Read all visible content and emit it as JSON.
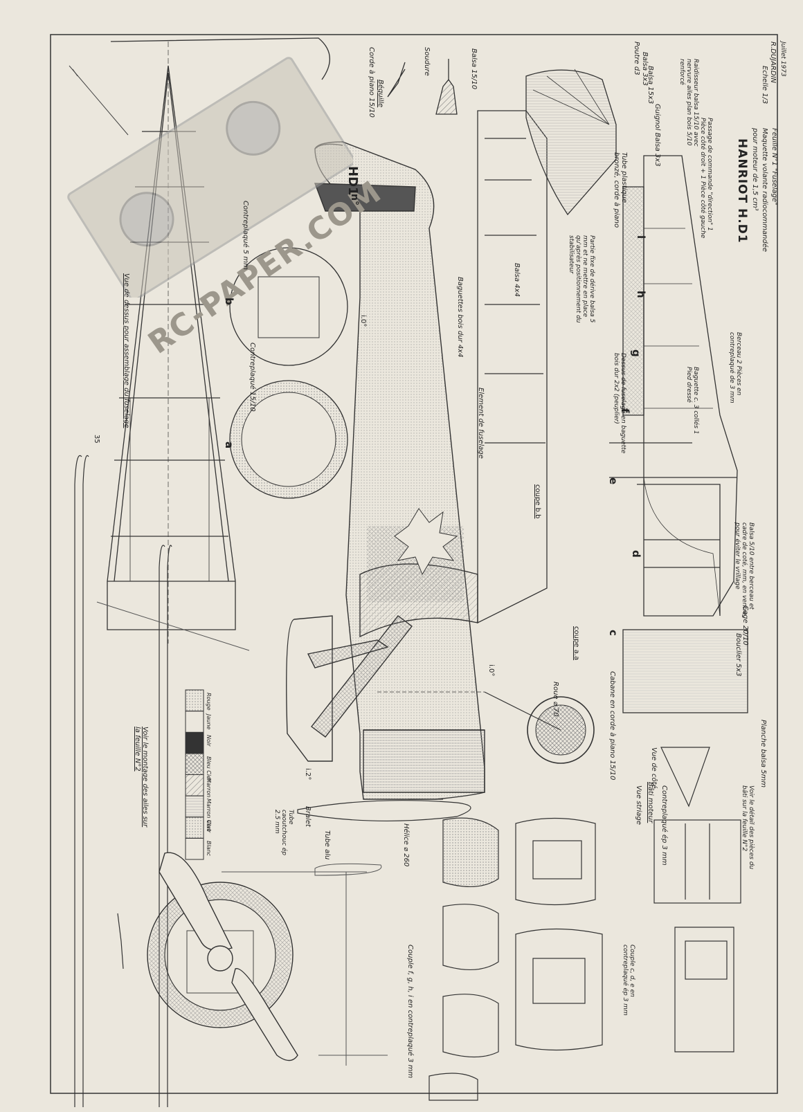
{
  "watermark": {
    "text": "RC-PAPER.COM"
  },
  "title_block": {
    "title": "HANRIOT H.D1",
    "subtitle": "Maquette volante radiocommandée",
    "scale": "Echelle 1/3",
    "motor": "pour moteur de 1,5 cm³",
    "sheet": "Feuille N°1 \"Fuselage\"",
    "author": "R.DUJARDIN",
    "date": "Juillet 1973"
  },
  "labels": {
    "bequille": "Béquille",
    "bequille_corde": "Corde à piano 15/10",
    "soudure": "Soudure",
    "balsa_15_10": "Balsa 15/10",
    "poutre_d3": "Poutre d3",
    "balsa_3x3": "Balsa 3x3",
    "balsa_15x3": "Balsa 15x3",
    "guignol": "Guignol Balsa 3x3",
    "tube_plastique": "Tube plastique bronzé, corde à piano",
    "raidisseur": "Raidisseur balsa 15/10 avec nervure ailes plan bois 5/10 renforcé",
    "passage": "Passage de commande \"direction\" 1 Pièce côté droit + 1 Pièce côté gauche",
    "partie_fixe": "Partie fixe de dérive balsa 5 mm et ne mettre en place qu'après positionnement du stabilisateur",
    "baguettes": "Baguettes bois dur 4x4",
    "balsa_4x4": "Balsa 4x4",
    "element": "Element de fuselage",
    "dessus": "Dessus de fuselage en baguette bois dur 2x2 (peuplier)",
    "baguette_1": "Baguette c. 3 collés 1 Pied dressé",
    "berceau": "Berceau 2 Pièces en contreplaqué de 3 mm",
    "balsa_cloison": "Balsa 5/10 entre berceau et cadre de coté, mm, en ventre, pour éviter le vrillage",
    "bouclier": "Bouclier 5x3",
    "cage": "Cage 20/10",
    "cabane": "Cabane en corde à piano 15/10",
    "roue": "Roue ⌀ 70",
    "coupe_aa": "coupe a.a",
    "coupe_bb": "coupe b.b",
    "helice": "Hélice ⌀ 260",
    "planche": "Planche balsa 5mm",
    "voir_detail": "Voir le détail des pièces du bâti sur la feuille N°2",
    "bati": "Bâti moteur",
    "vue_striage": "Vue striage",
    "vue_cote": "Vue de côté",
    "contreplaque_3": "Contreplaqué ép 3 mm",
    "couple_cde": "Couple c, d, e en contreplaqué ép 3 mm",
    "couple_fghi": "Couple f, g, h, i en contreplaqué 3 mm",
    "tube_caoutchouc": "Tube caoutchouc ép 2.5 mm",
    "bralet": "Bralet",
    "tube_alu": "Tube alu",
    "voir_montage": "Voir le montage des ailes sur la feuille N°2",
    "vue_dessus": "Vue de dessus pour assemblage du fuselage",
    "contreplaque_15": "Contreplaqué 15/10",
    "contreplaque_5": "Contreplaqué 5 mm",
    "hd1": "HD1",
    "n": "n°",
    "dim_35": "35",
    "i0": "i.0°",
    "i2": "i.2°"
  },
  "couples": [
    "a",
    "b",
    "c",
    "d",
    "e",
    "f",
    "g",
    "h",
    "i"
  ],
  "color_chart": [
    {
      "name": "Blanc"
    },
    {
      "name": "Vert"
    },
    {
      "name": "Marron Clair"
    },
    {
      "name": "Marron"
    },
    {
      "name": "Bleu Ciel"
    },
    {
      "name": "Noir"
    },
    {
      "name": "Jaune"
    },
    {
      "name": "Rouge"
    }
  ]
}
